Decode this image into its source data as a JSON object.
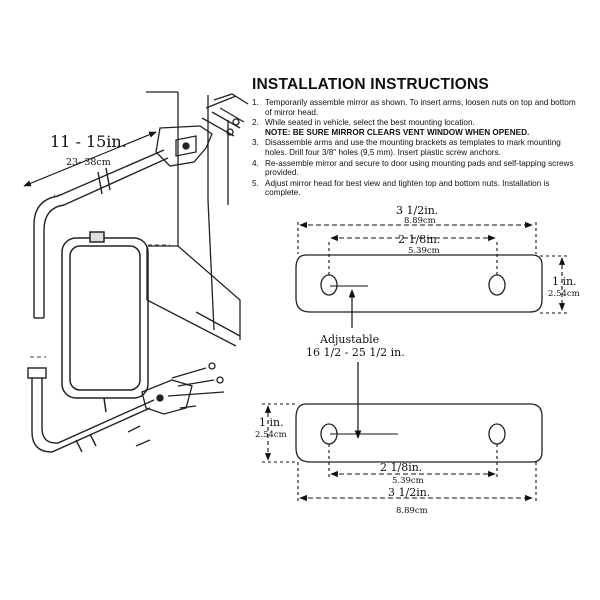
{
  "heading": "INSTALLATION INSTRUCTIONS",
  "steps": [
    {
      "num": "1.",
      "text": "Temporarily assemble mirror as shown.  To insert arms, loosen nuts on top and bottom of mirror head.",
      "note": ""
    },
    {
      "num": "2.",
      "text": "While seated in vehicle, select the best mounting location.",
      "note": "NOTE: BE SURE MIRROR CLEARS VENT WINDOW WHEN OPENED."
    },
    {
      "num": "3.",
      "text": "Disassemble arms and use the mounting brackets as templates to mark mounting holes.  Drill four 3/8\" holes (9,5 mm).  Insert plastic screw anchors.",
      "note": ""
    },
    {
      "num": "4.",
      "text": "Re-assemble mirror and secure to door using mounting pads and self-tapping screws provided.",
      "note": ""
    },
    {
      "num": "5.",
      "text": "Adjust mirror head for best view and tighten top and bottom nuts.  Installation is complete.",
      "note": ""
    }
  ],
  "left_dims": {
    "imperial": "11 - 15in.",
    "metric": "23- 38cm"
  },
  "top_bracket": {
    "overall_in": "3 1/2in.",
    "overall_cm": "8.89cm",
    "holes_in": "2 1/8in.",
    "holes_cm": "5.39cm",
    "height_in": "1 in.",
    "height_cm": "2.54cm"
  },
  "adjustable": {
    "label": "Adjustable",
    "range": "16 1/2 - 25 1/2 in."
  },
  "bottom_bracket": {
    "height_in": "1 in.",
    "height_cm": "2.54cm",
    "holes_in": "2 1/8in.",
    "holes_cm": "5.39cm",
    "overall_in": "3 1/2in.",
    "overall_cm": "8.89cm"
  }
}
